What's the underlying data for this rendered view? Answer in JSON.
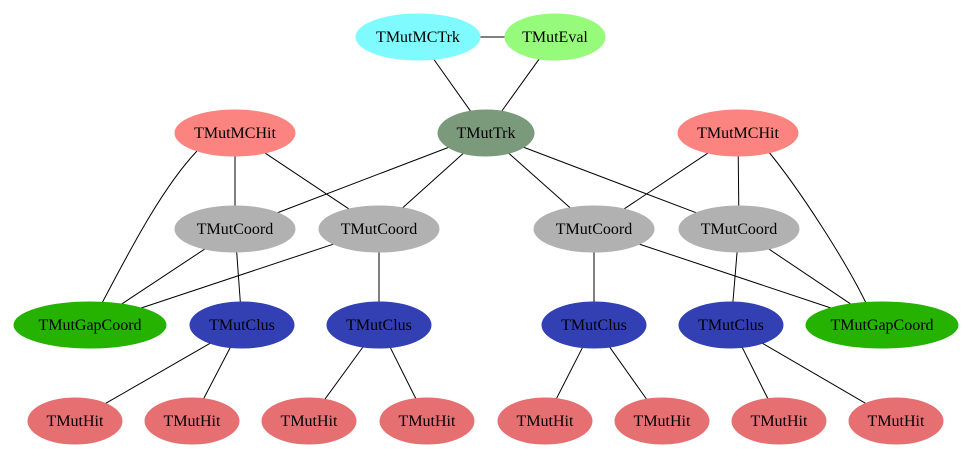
{
  "colors": {
    "cyan": "#7ffbff",
    "light_green": "#96fa7a",
    "salmon": "#fb8480",
    "gray_green": "#7b9a7b",
    "gray": "#b1b1b1",
    "blue": "#3240b3",
    "green": "#25b201",
    "red_hit": "#e66f72"
  },
  "nodes": [
    {
      "id": "mcTrk",
      "label": "TMutMCTrk",
      "color": "cyan"
    },
    {
      "id": "eval",
      "label": "TMutEval",
      "color": "light_green"
    },
    {
      "id": "trk",
      "label": "TMutTrk",
      "color": "gray_green"
    },
    {
      "id": "mcHitL",
      "label": "TMutMCHit",
      "color": "salmon"
    },
    {
      "id": "mcHitR",
      "label": "TMutMCHit",
      "color": "salmon"
    },
    {
      "id": "coord1",
      "label": "TMutCoord",
      "color": "gray"
    },
    {
      "id": "coord2",
      "label": "TMutCoord",
      "color": "gray"
    },
    {
      "id": "coord3",
      "label": "TMutCoord",
      "color": "gray"
    },
    {
      "id": "coord4",
      "label": "TMutCoord",
      "color": "gray"
    },
    {
      "id": "gapL",
      "label": "TMutGapCoord",
      "color": "green"
    },
    {
      "id": "gapR",
      "label": "TMutGapCoord",
      "color": "green"
    },
    {
      "id": "clus1",
      "label": "TMutClus",
      "color": "blue"
    },
    {
      "id": "clus2",
      "label": "TMutClus",
      "color": "blue"
    },
    {
      "id": "clus3",
      "label": "TMutClus",
      "color": "blue"
    },
    {
      "id": "clus4",
      "label": "TMutClus",
      "color": "blue"
    },
    {
      "id": "hit1",
      "label": "TMutHit",
      "color": "red_hit"
    },
    {
      "id": "hit2",
      "label": "TMutHit",
      "color": "red_hit"
    },
    {
      "id": "hit3",
      "label": "TMutHit",
      "color": "red_hit"
    },
    {
      "id": "hit4",
      "label": "TMutHit",
      "color": "red_hit"
    },
    {
      "id": "hit5",
      "label": "TMutHit",
      "color": "red_hit"
    },
    {
      "id": "hit6",
      "label": "TMutHit",
      "color": "red_hit"
    },
    {
      "id": "hit7",
      "label": "TMutHit",
      "color": "red_hit"
    },
    {
      "id": "hit8",
      "label": "TMutHit",
      "color": "red_hit"
    }
  ],
  "edges": [
    [
      "mcTrk",
      "eval"
    ],
    [
      "mcTrk",
      "trk"
    ],
    [
      "eval",
      "trk"
    ],
    [
      "trk",
      "coord1"
    ],
    [
      "trk",
      "coord2"
    ],
    [
      "trk",
      "coord3"
    ],
    [
      "trk",
      "coord4"
    ],
    [
      "mcHitL",
      "coord1"
    ],
    [
      "mcHitL",
      "coord2"
    ],
    [
      "mcHitL",
      "gapL"
    ],
    [
      "mcHitR",
      "coord3"
    ],
    [
      "mcHitR",
      "coord4"
    ],
    [
      "mcHitR",
      "gapR"
    ],
    [
      "coord1",
      "gapL"
    ],
    [
      "coord2",
      "gapL"
    ],
    [
      "coord3",
      "gapR"
    ],
    [
      "coord4",
      "gapR"
    ],
    [
      "coord1",
      "clus1"
    ],
    [
      "coord2",
      "clus2"
    ],
    [
      "coord3",
      "clus3"
    ],
    [
      "coord4",
      "clus4"
    ],
    [
      "clus1",
      "hit1"
    ],
    [
      "clus1",
      "hit2"
    ],
    [
      "clus2",
      "hit3"
    ],
    [
      "clus2",
      "hit4"
    ],
    [
      "clus3",
      "hit5"
    ],
    [
      "clus3",
      "hit6"
    ],
    [
      "clus4",
      "hit7"
    ],
    [
      "clus4",
      "hit8"
    ]
  ]
}
